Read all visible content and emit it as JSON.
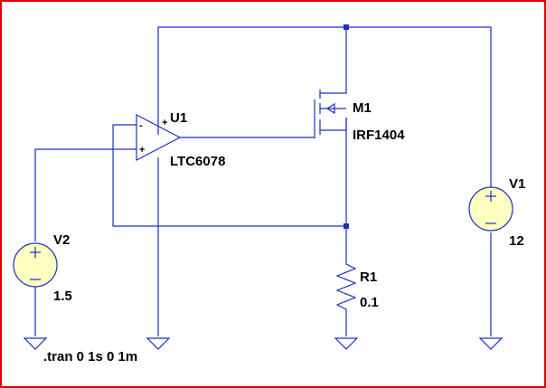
{
  "window": {
    "border_color": "#e00000",
    "wire_color": "#1c2fc8",
    "source_fill": "#ffffc0"
  },
  "opamp": {
    "ref": "U1",
    "model": "LTC6078",
    "plus_sign": "+",
    "minus_sign": "-"
  },
  "mosfet": {
    "ref": "M1",
    "model": "IRF1404"
  },
  "sources": [
    {
      "ref": "V1",
      "value": "12"
    },
    {
      "ref": "V2",
      "value": "1.5"
    }
  ],
  "resistor": {
    "ref": "R1",
    "value": "0.1"
  },
  "directive": ".tran 0 1s 0 1m"
}
